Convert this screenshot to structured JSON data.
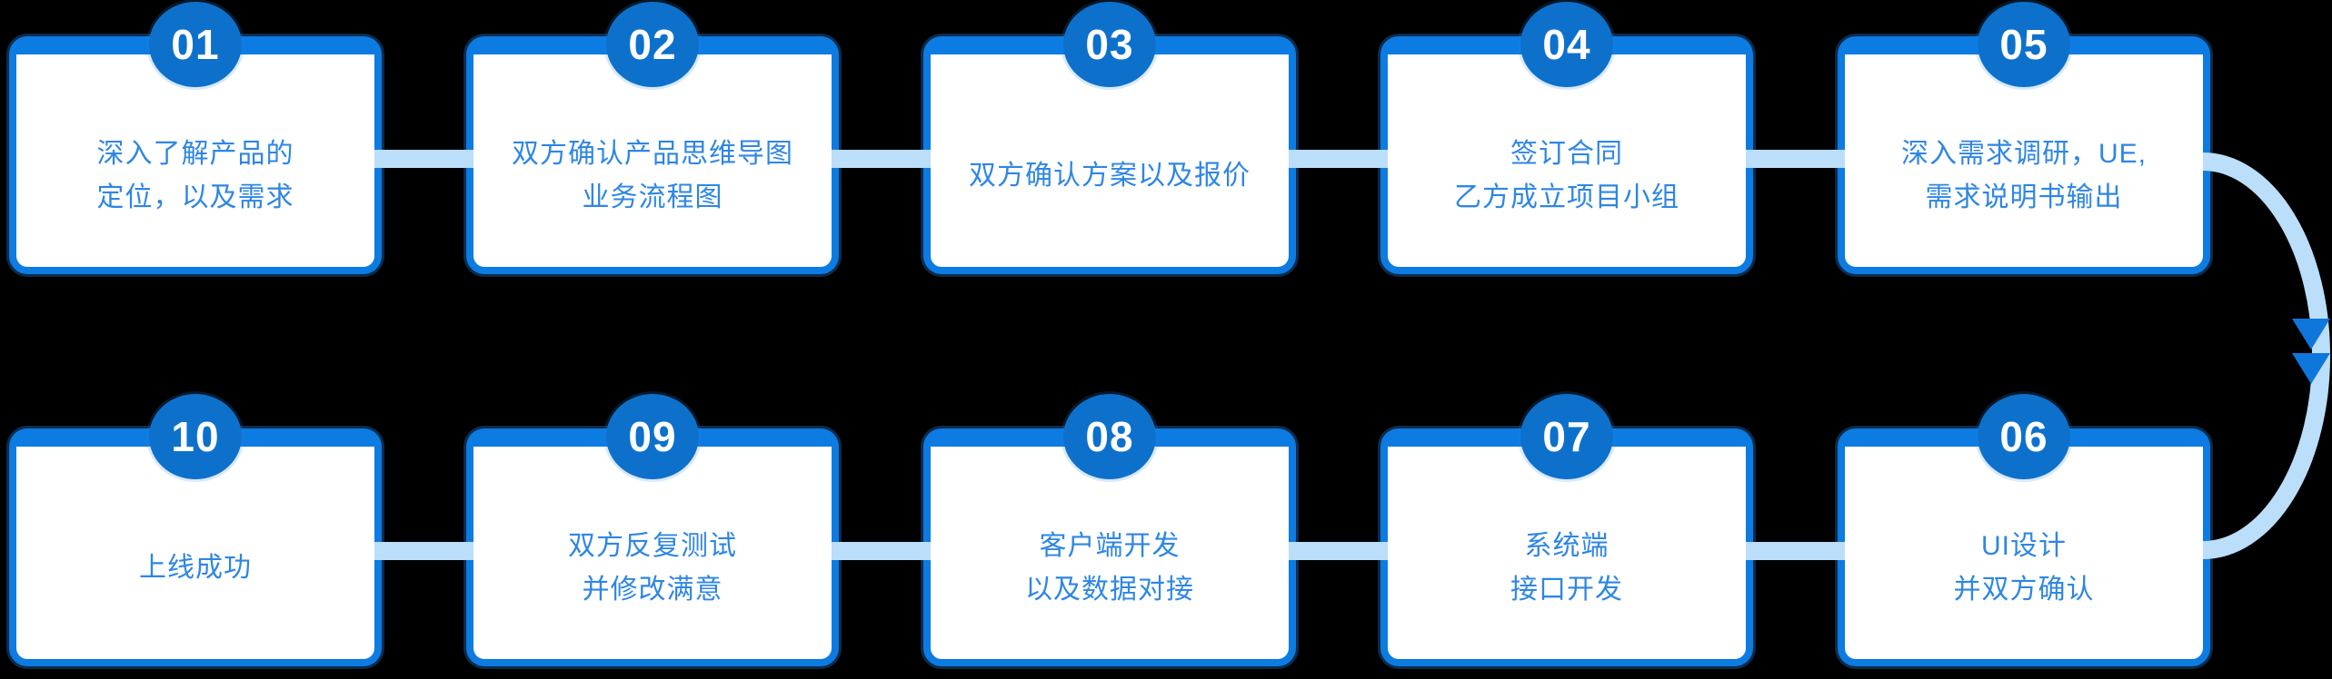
{
  "diagram": {
    "type": "process-flow",
    "rows": 2,
    "steps_per_row": 5,
    "steps": [
      {
        "number": "01",
        "lines": [
          "深入了解产品的",
          "定位，以及需求"
        ],
        "row": 0,
        "col": 0
      },
      {
        "number": "02",
        "lines": [
          "双方确认产品思维导图",
          "业务流程图"
        ],
        "row": 0,
        "col": 1
      },
      {
        "number": "03",
        "lines": [
          "双方确认方案以及报价"
        ],
        "row": 0,
        "col": 2
      },
      {
        "number": "04",
        "lines": [
          "签订合同",
          "乙方成立项目小组"
        ],
        "row": 0,
        "col": 3
      },
      {
        "number": "05",
        "lines": [
          "深入需求调研，UE,",
          "需求说明书输出"
        ],
        "row": 0,
        "col": 4
      },
      {
        "number": "06",
        "lines": [
          "UI设计",
          "并双方确认"
        ],
        "row": 1,
        "col": 4
      },
      {
        "number": "07",
        "lines": [
          "系统端",
          "接口开发"
        ],
        "row": 1,
        "col": 3
      },
      {
        "number": "08",
        "lines": [
          "客户端开发",
          "以及数据对接"
        ],
        "row": 1,
        "col": 2
      },
      {
        "number": "09",
        "lines": [
          "双方反复测试",
          "并修改满意"
        ],
        "row": 1,
        "col": 1
      },
      {
        "number": "10",
        "lines": [
          "上线成功"
        ],
        "row": 1,
        "col": 0
      }
    ],
    "connections": [
      {
        "from": "01",
        "to": "02",
        "type": "bar"
      },
      {
        "from": "02",
        "to": "03",
        "type": "bar"
      },
      {
        "from": "03",
        "to": "04",
        "type": "bar"
      },
      {
        "from": "04",
        "to": "05",
        "type": "bar"
      },
      {
        "from": "05",
        "to": "06",
        "type": "curved-arrow",
        "arrowheads": 2,
        "direction": "down"
      },
      {
        "from": "06",
        "to": "07",
        "type": "bar"
      },
      {
        "from": "07",
        "to": "08",
        "type": "bar"
      },
      {
        "from": "08",
        "to": "09",
        "type": "bar"
      },
      {
        "from": "09",
        "to": "10",
        "type": "bar"
      }
    ],
    "colors": {
      "background": "#000000",
      "card_border": "#0C7BE2",
      "card_background": "#FFFFFF",
      "badge_fill": "#0D71CC",
      "badge_text": "#FFFFFF",
      "step_text": "#2E86E4",
      "connector": "#BBDEFA",
      "arrowhead": "#0F76DC"
    }
  }
}
